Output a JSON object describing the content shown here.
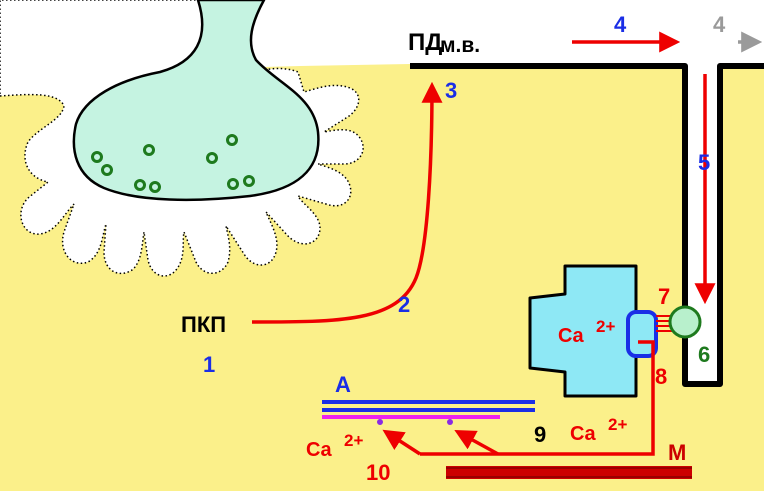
{
  "labels": {
    "pkp": "ПКП",
    "pd": "ПД",
    "pd_sub": "м.в.",
    "actin": "А",
    "myosin": "М",
    "ca1": "Ca",
    "ca1_sup": "2+",
    "ca2": "Ca",
    "ca2_sup": "2+",
    "ca3": "Ca",
    "ca3_sup": "2+"
  },
  "steps": [
    "1",
    "2",
    "3",
    "4",
    "4",
    "5",
    "6",
    "7",
    "8",
    "9",
    "10"
  ],
  "colors": {
    "background": "#ffffff",
    "muscle": "#fbf08a",
    "terminal": "#c5f3e1",
    "channel": "#8ee8f5",
    "membrane": "#000000",
    "arrow": "#ee0000",
    "step_blue": "#1a2ee6",
    "step_green": "#1e7a1e",
    "step_red": "#ee0000",
    "step_gray": "#9a9a9a",
    "actin_blue": "#1a2ee6",
    "actin_pink": "#ee22ee",
    "myosin": "#cc0000",
    "vesicle": "#1e7a1e",
    "receptor_fill": "#b8f0cc",
    "sensor_fill": "#8ee8f5",
    "sensor_stroke": "#1a2ee6"
  }
}
